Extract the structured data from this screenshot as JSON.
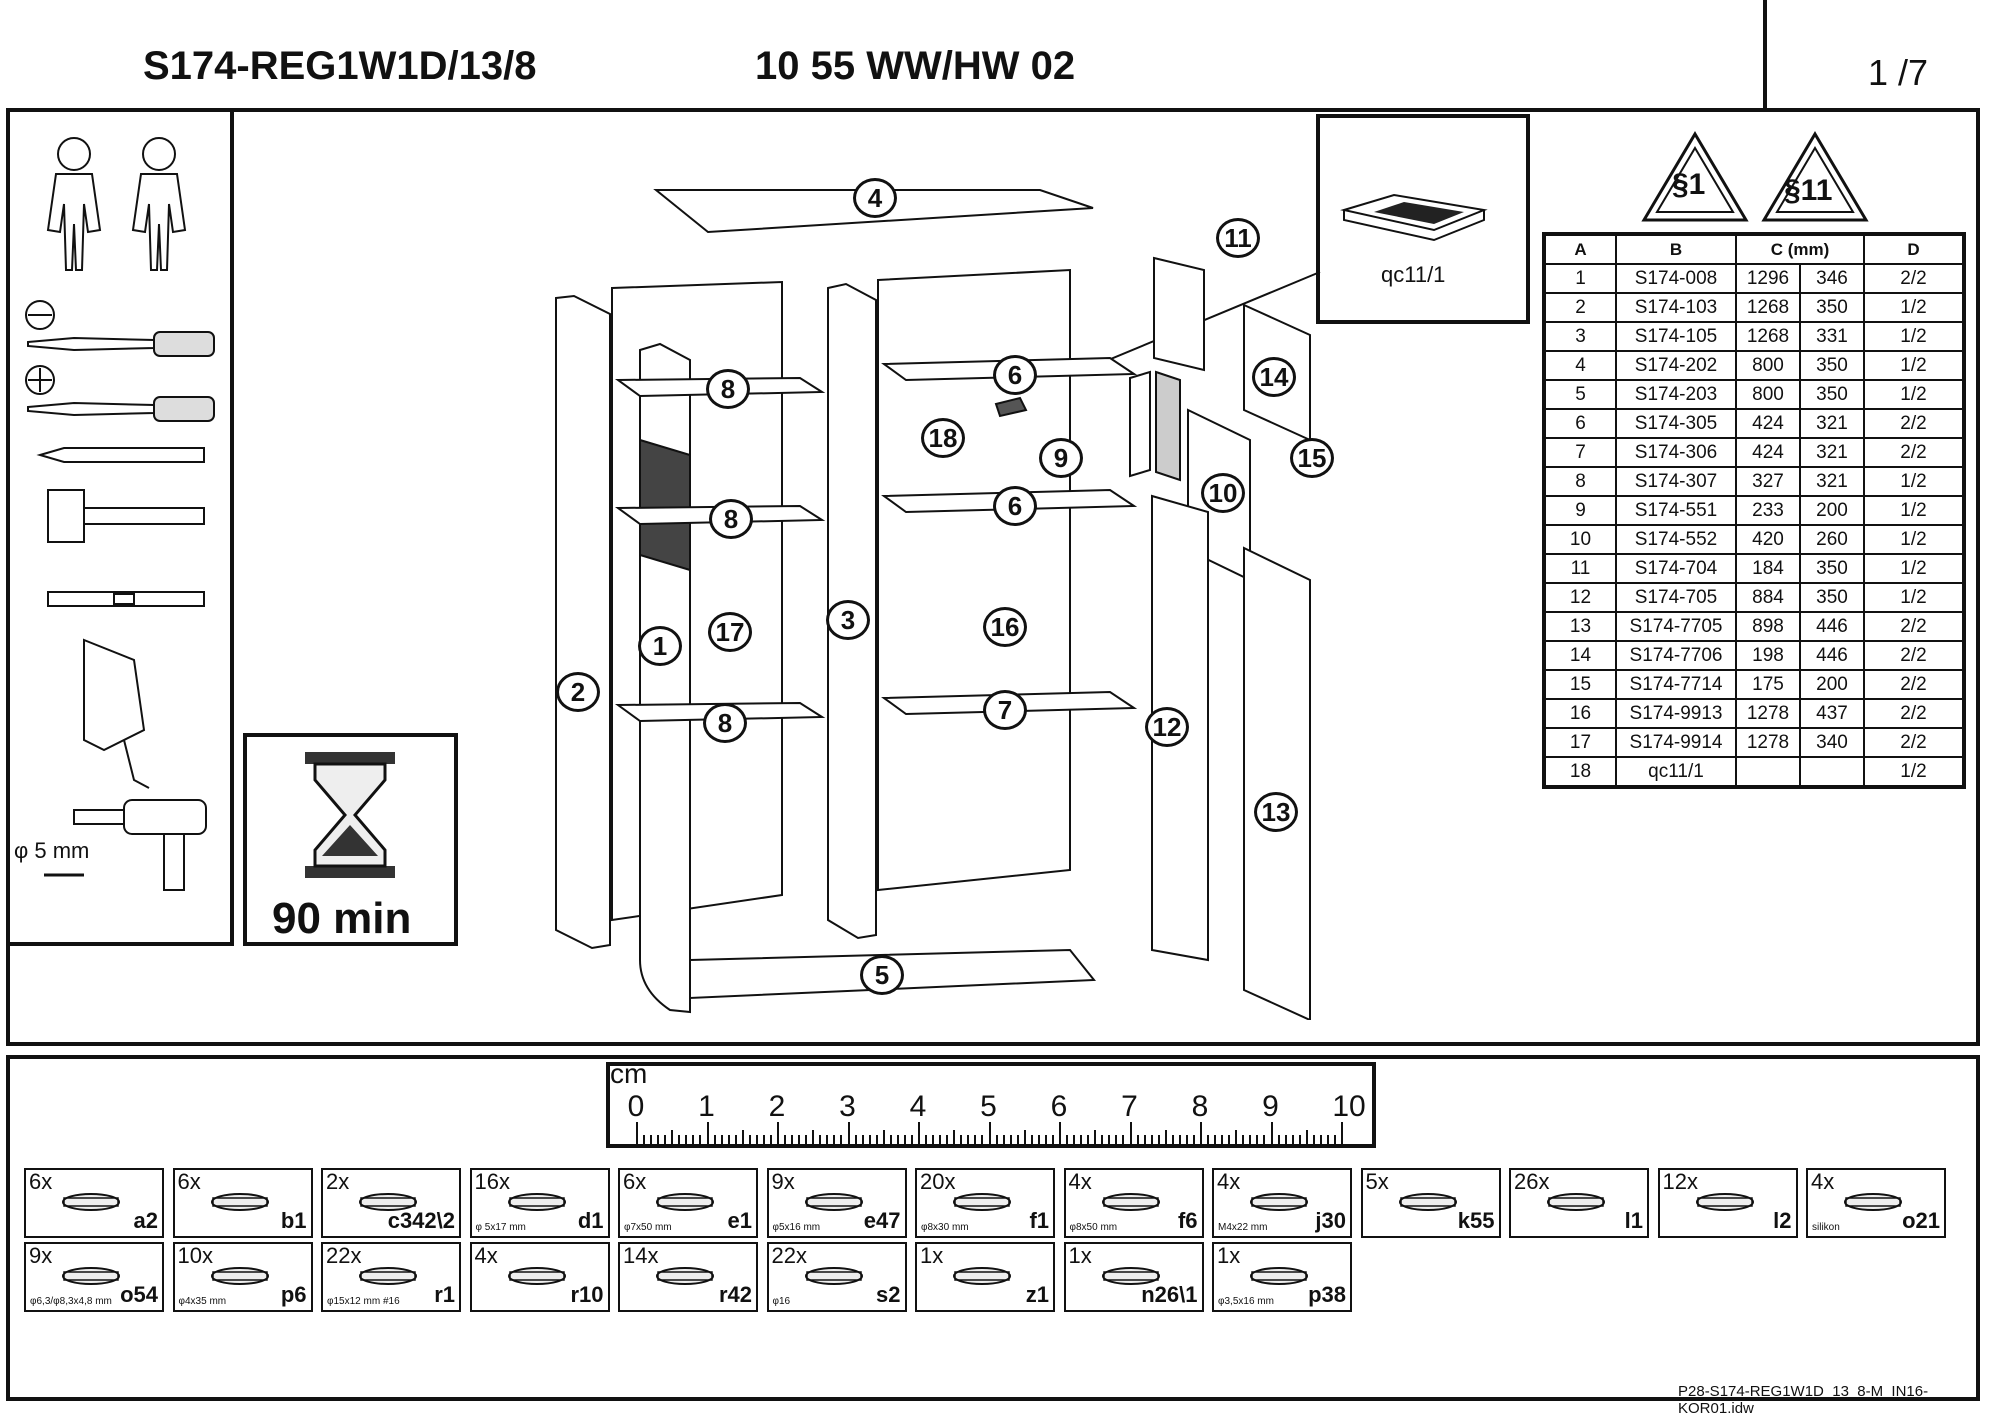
{
  "header": {
    "code": "S174-REG1W1D/13/8",
    "color_code": "10 55 WW/HW 02",
    "page": "1 /7"
  },
  "tools": {
    "drill_size": "φ 5 mm"
  },
  "time": {
    "label": "90 min"
  },
  "callout": {
    "label": "qc11/1"
  },
  "warnings": {
    "sign1": "§1",
    "sign2": "§11"
  },
  "parts_table": {
    "headers": [
      "A",
      "B",
      "C (mm)",
      "D"
    ],
    "rows": [
      [
        "1",
        "S174-008",
        "1296",
        "346",
        "2/2"
      ],
      [
        "2",
        "S174-103",
        "1268",
        "350",
        "1/2"
      ],
      [
        "3",
        "S174-105",
        "1268",
        "331",
        "1/2"
      ],
      [
        "4",
        "S174-202",
        "800",
        "350",
        "1/2"
      ],
      [
        "5",
        "S174-203",
        "800",
        "350",
        "1/2"
      ],
      [
        "6",
        "S174-305",
        "424",
        "321",
        "2/2"
      ],
      [
        "7",
        "S174-306",
        "424",
        "321",
        "2/2"
      ],
      [
        "8",
        "S174-307",
        "327",
        "321",
        "1/2"
      ],
      [
        "9",
        "S174-551",
        "233",
        "200",
        "1/2"
      ],
      [
        "10",
        "S174-552",
        "420",
        "260",
        "1/2"
      ],
      [
        "11",
        "S174-704",
        "184",
        "350",
        "1/2"
      ],
      [
        "12",
        "S174-705",
        "884",
        "350",
        "1/2"
      ],
      [
        "13",
        "S174-7705",
        "898",
        "446",
        "2/2"
      ],
      [
        "14",
        "S174-7706",
        "198",
        "446",
        "2/2"
      ],
      [
        "15",
        "S174-7714",
        "175",
        "200",
        "2/2"
      ],
      [
        "16",
        "S174-9913",
        "1278",
        "437",
        "2/2"
      ],
      [
        "17",
        "S174-9914",
        "1278",
        "340",
        "2/2"
      ],
      [
        "18",
        "qc11/1",
        "",
        "",
        "1/2"
      ]
    ]
  },
  "part_labels": [
    "1",
    "2",
    "3",
    "4",
    "5",
    "6",
    "6",
    "7",
    "8",
    "8",
    "8",
    "9",
    "10",
    "11",
    "12",
    "13",
    "14",
    "15",
    "16",
    "17",
    "18"
  ],
  "ruler": {
    "unit": "cm",
    "ticks": [
      "0",
      "1",
      "2",
      "3",
      "4",
      "5",
      "6",
      "7",
      "8",
      "9",
      "10"
    ]
  },
  "hardware_row1": [
    {
      "qty": "6x",
      "code": "a2",
      "dim": ""
    },
    {
      "qty": "6x",
      "code": "b1",
      "dim": ""
    },
    {
      "qty": "2x",
      "code": "c342\\2",
      "dim": ""
    },
    {
      "qty": "16x",
      "code": "d1",
      "dim": "φ 5x17 mm"
    },
    {
      "qty": "6x",
      "code": "e1",
      "dim": "φ7x50 mm"
    },
    {
      "qty": "9x",
      "code": "e47",
      "dim": "φ5x16 mm"
    },
    {
      "qty": "20x",
      "code": "f1",
      "dim": "φ8x30 mm"
    },
    {
      "qty": "4x",
      "code": "f6",
      "dim": "φ8x50 mm"
    },
    {
      "qty": "4x",
      "code": "j30",
      "dim": "M4x22 mm"
    },
    {
      "qty": "5x",
      "code": "k55",
      "dim": ""
    },
    {
      "qty": "26x",
      "code": "l1",
      "dim": ""
    },
    {
      "qty": "12x",
      "code": "l2",
      "dim": ""
    },
    {
      "qty": "4x",
      "code": "o21",
      "dim": "silikon"
    }
  ],
  "hardware_row2": [
    {
      "qty": "9x",
      "code": "o54",
      "dim": "φ6,3/φ8,3x4,8 mm"
    },
    {
      "qty": "10x",
      "code": "p6",
      "dim": "φ4x35 mm"
    },
    {
      "qty": "22x",
      "code": "r1",
      "dim": "φ15x12 mm #16"
    },
    {
      "qty": "4x",
      "code": "r10",
      "dim": ""
    },
    {
      "qty": "14x",
      "code": "r42",
      "dim": ""
    },
    {
      "qty": "22x",
      "code": "s2",
      "dim": "φ16"
    },
    {
      "qty": "1x",
      "code": "z1",
      "dim": ""
    },
    {
      "qty": "1x",
      "code": "n26\\1",
      "dim": ""
    },
    {
      "qty": "1x",
      "code": "p38",
      "dim": "φ3,5x16 mm"
    }
  ],
  "footer": {
    "filename": "P28-S174-REG1W1D_13_8-M_IN16-KOR01.idw"
  }
}
